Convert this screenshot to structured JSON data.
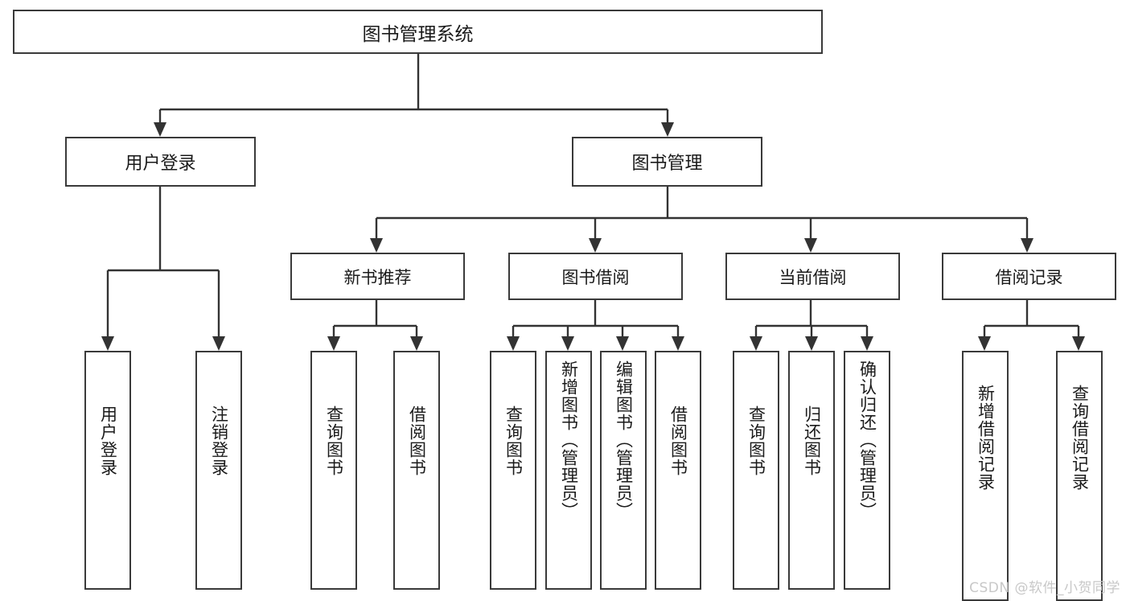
{
  "diagram": {
    "type": "tree-hierarchy-chart",
    "title": "图书管理系统",
    "root": {
      "label": "图书管理系统"
    },
    "level1": [
      {
        "id": "user-login",
        "label": "用户登录"
      },
      {
        "id": "book-manage",
        "label": "图书管理"
      }
    ],
    "level2": [
      {
        "id": "new-book-recommend",
        "label": "新书推荐",
        "parent": "book-manage"
      },
      {
        "id": "book-borrow",
        "label": "图书借阅",
        "parent": "book-manage"
      },
      {
        "id": "current-borrow",
        "label": "当前借阅",
        "parent": "book-manage"
      },
      {
        "id": "borrow-record",
        "label": "借阅记录",
        "parent": "book-manage"
      }
    ],
    "leaves": {
      "user_login": [
        {
          "id": "leaf-user-login",
          "label": "用户登录"
        },
        {
          "id": "leaf-logout",
          "label": "注销登录"
        }
      ],
      "new_book_recommend": [
        {
          "id": "leaf-query-book-1",
          "label": "查询图书"
        },
        {
          "id": "leaf-borrow-book-1",
          "label": "借阅图书"
        }
      ],
      "book_borrow": [
        {
          "id": "leaf-query-book-2",
          "label": "查询图书"
        },
        {
          "id": "leaf-add-book",
          "label": "新增图书（管理员）"
        },
        {
          "id": "leaf-edit-book",
          "label": "编辑图书（管理员）"
        },
        {
          "id": "leaf-borrow-book-2",
          "label": "借阅图书"
        }
      ],
      "current_borrow": [
        {
          "id": "leaf-query-book-3",
          "label": "查询图书"
        },
        {
          "id": "leaf-return-book",
          "label": "归还图书"
        },
        {
          "id": "leaf-confirm-return",
          "label": "确认归还（管理员）"
        }
      ],
      "borrow_record": [
        {
          "id": "leaf-add-record",
          "label": "新增借阅记录"
        },
        {
          "id": "leaf-query-record",
          "label": "查询借阅记录"
        }
      ]
    }
  },
  "watermark": {
    "text": "CSDN @软件_小贺同学"
  },
  "colors": {
    "box_border": "#3a3a3a",
    "wire": "#333333",
    "background": "#ffffff",
    "text": "#1a1a1a",
    "watermark": "#c8c8c8"
  }
}
